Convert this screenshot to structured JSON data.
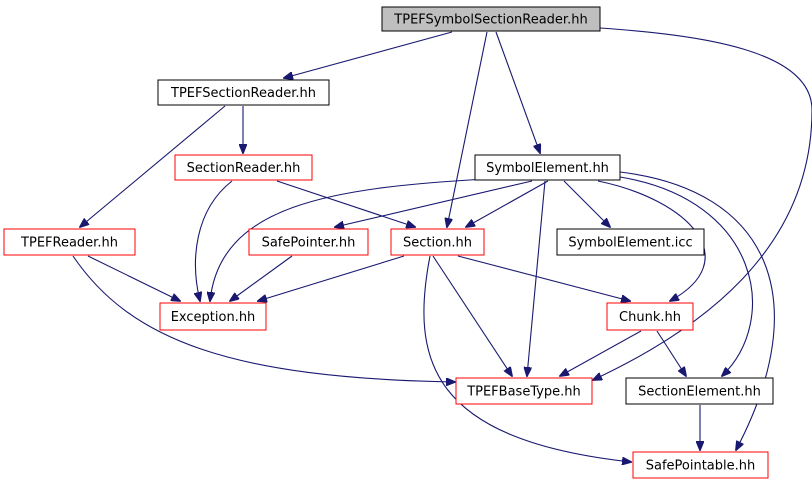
{
  "colors": {
    "edge": "#191970",
    "border_normal": "#000000",
    "border_red": "#ff0000",
    "root_fill": "#bfbfbf",
    "node_fill": "#ffffff"
  },
  "nodes": [
    {
      "id": "tpef_symbol_section_reader",
      "label": "TPEFSymbolSectionReader.hh",
      "style": "root"
    },
    {
      "id": "tpef_section_reader",
      "label": "TPEFSectionReader.hh",
      "style": "normal"
    },
    {
      "id": "section_reader",
      "label": "SectionReader.hh",
      "style": "red"
    },
    {
      "id": "symbol_element_hh",
      "label": "SymbolElement.hh",
      "style": "normal"
    },
    {
      "id": "tpef_reader",
      "label": "TPEFReader.hh",
      "style": "red"
    },
    {
      "id": "safe_pointer",
      "label": "SafePointer.hh",
      "style": "red"
    },
    {
      "id": "section_hh",
      "label": "Section.hh",
      "style": "red"
    },
    {
      "id": "symbol_element_icc",
      "label": "SymbolElement.icc",
      "style": "normal"
    },
    {
      "id": "exception_hh",
      "label": "Exception.hh",
      "style": "red"
    },
    {
      "id": "chunk_hh",
      "label": "Chunk.hh",
      "style": "red"
    },
    {
      "id": "tpef_base_type",
      "label": "TPEFBaseType.hh",
      "style": "red"
    },
    {
      "id": "section_element",
      "label": "SectionElement.hh",
      "style": "normal"
    },
    {
      "id": "safe_pointable",
      "label": "SafePointable.hh",
      "style": "red"
    }
  ],
  "edges": [
    {
      "from": "tpef_symbol_section_reader",
      "to": "tpef_section_reader"
    },
    {
      "from": "tpef_symbol_section_reader",
      "to": "section_hh"
    },
    {
      "from": "tpef_symbol_section_reader",
      "to": "symbol_element_hh"
    },
    {
      "from": "tpef_symbol_section_reader",
      "to": "tpef_base_type"
    },
    {
      "from": "tpef_section_reader",
      "to": "section_reader"
    },
    {
      "from": "tpef_section_reader",
      "to": "tpef_reader"
    },
    {
      "from": "section_reader",
      "to": "exception_hh"
    },
    {
      "from": "section_reader",
      "to": "section_hh"
    },
    {
      "from": "tpef_reader",
      "to": "exception_hh"
    },
    {
      "from": "tpef_reader",
      "to": "tpef_base_type"
    },
    {
      "from": "safe_pointer",
      "to": "exception_hh"
    },
    {
      "from": "section_hh",
      "to": "exception_hh"
    },
    {
      "from": "section_hh",
      "to": "chunk_hh"
    },
    {
      "from": "section_hh",
      "to": "tpef_base_type"
    },
    {
      "from": "section_hh",
      "to": "safe_pointable"
    },
    {
      "from": "symbol_element_hh",
      "to": "exception_hh"
    },
    {
      "from": "symbol_element_hh",
      "to": "safe_pointer"
    },
    {
      "from": "symbol_element_hh",
      "to": "section_hh"
    },
    {
      "from": "symbol_element_hh",
      "to": "symbol_element_icc"
    },
    {
      "from": "symbol_element_hh",
      "to": "chunk_hh"
    },
    {
      "from": "symbol_element_hh",
      "to": "tpef_base_type"
    },
    {
      "from": "symbol_element_hh",
      "to": "section_element"
    },
    {
      "from": "symbol_element_hh",
      "to": "safe_pointable"
    },
    {
      "from": "chunk_hh",
      "to": "tpef_base_type"
    },
    {
      "from": "chunk_hh",
      "to": "section_element"
    },
    {
      "from": "section_element",
      "to": "safe_pointable"
    }
  ]
}
